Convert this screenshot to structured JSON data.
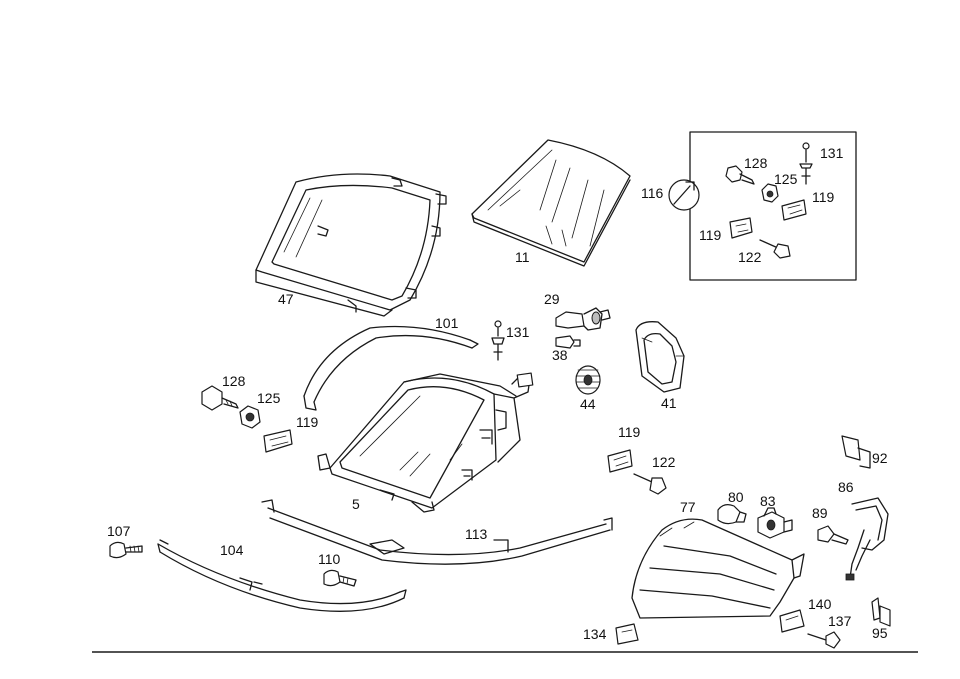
{
  "callouts": [
    "47",
    "11",
    "116",
    "128",
    "131",
    "125",
    "119",
    "119",
    "122",
    "29",
    "101",
    "131",
    "38",
    "41",
    "44",
    "128",
    "125",
    "119",
    "5",
    "119",
    "122",
    "92",
    "77",
    "80",
    "83",
    "86",
    "89",
    "107",
    "104",
    "113",
    "110",
    "140",
    "137",
    "134",
    "95"
  ],
  "colors": {
    "line": "#1a1a1a",
    "background": "#ffffff",
    "shade": "#bdbdbd"
  }
}
